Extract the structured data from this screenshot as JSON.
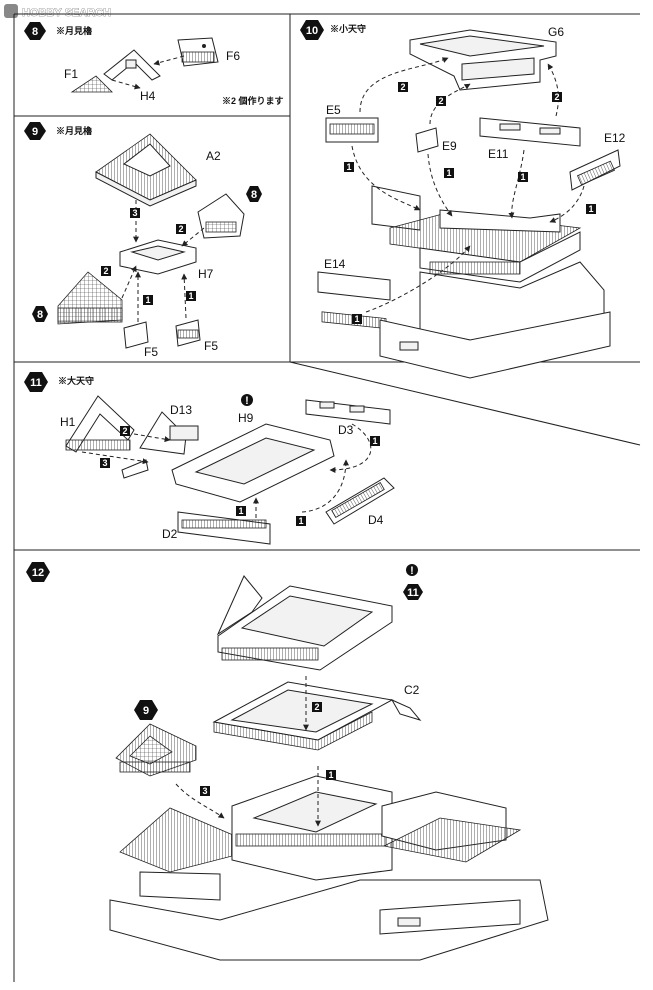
{
  "watermark": "HOBBY SEARCH",
  "steps": [
    {
      "id": "step-8",
      "number": "8",
      "title": "※月見櫓",
      "note": "※2 個作ります",
      "parts": [
        "F1",
        "H4",
        "F6"
      ],
      "substeps": []
    },
    {
      "id": "step-9",
      "number": "9",
      "title": "※月見櫓",
      "note": "",
      "parts": [
        "A2",
        "H7",
        "F5",
        "F5"
      ],
      "refs": [
        "8",
        "8"
      ],
      "substeps": [
        "1",
        "1",
        "2",
        "2",
        "3"
      ]
    },
    {
      "id": "step-10",
      "number": "10",
      "title": "※小天守",
      "note": "",
      "parts": [
        "G6",
        "E5",
        "E9",
        "E11",
        "E12",
        "E14"
      ],
      "substeps": [
        "2",
        "2",
        "2",
        "1",
        "1",
        "1",
        "1",
        "1"
      ]
    },
    {
      "id": "step-11",
      "number": "11",
      "title": "※大天守",
      "note": "",
      "parts": [
        "H1",
        "D13",
        "H9",
        "D3",
        "D2",
        "D4"
      ],
      "substeps": [
        "2",
        "3",
        "1",
        "1",
        "1"
      ]
    },
    {
      "id": "step-12",
      "number": "12",
      "title": "",
      "note": "",
      "parts": [
        "C2"
      ],
      "refs": [
        "9",
        "11"
      ],
      "substeps": [
        "2",
        "1",
        "3"
      ]
    }
  ]
}
